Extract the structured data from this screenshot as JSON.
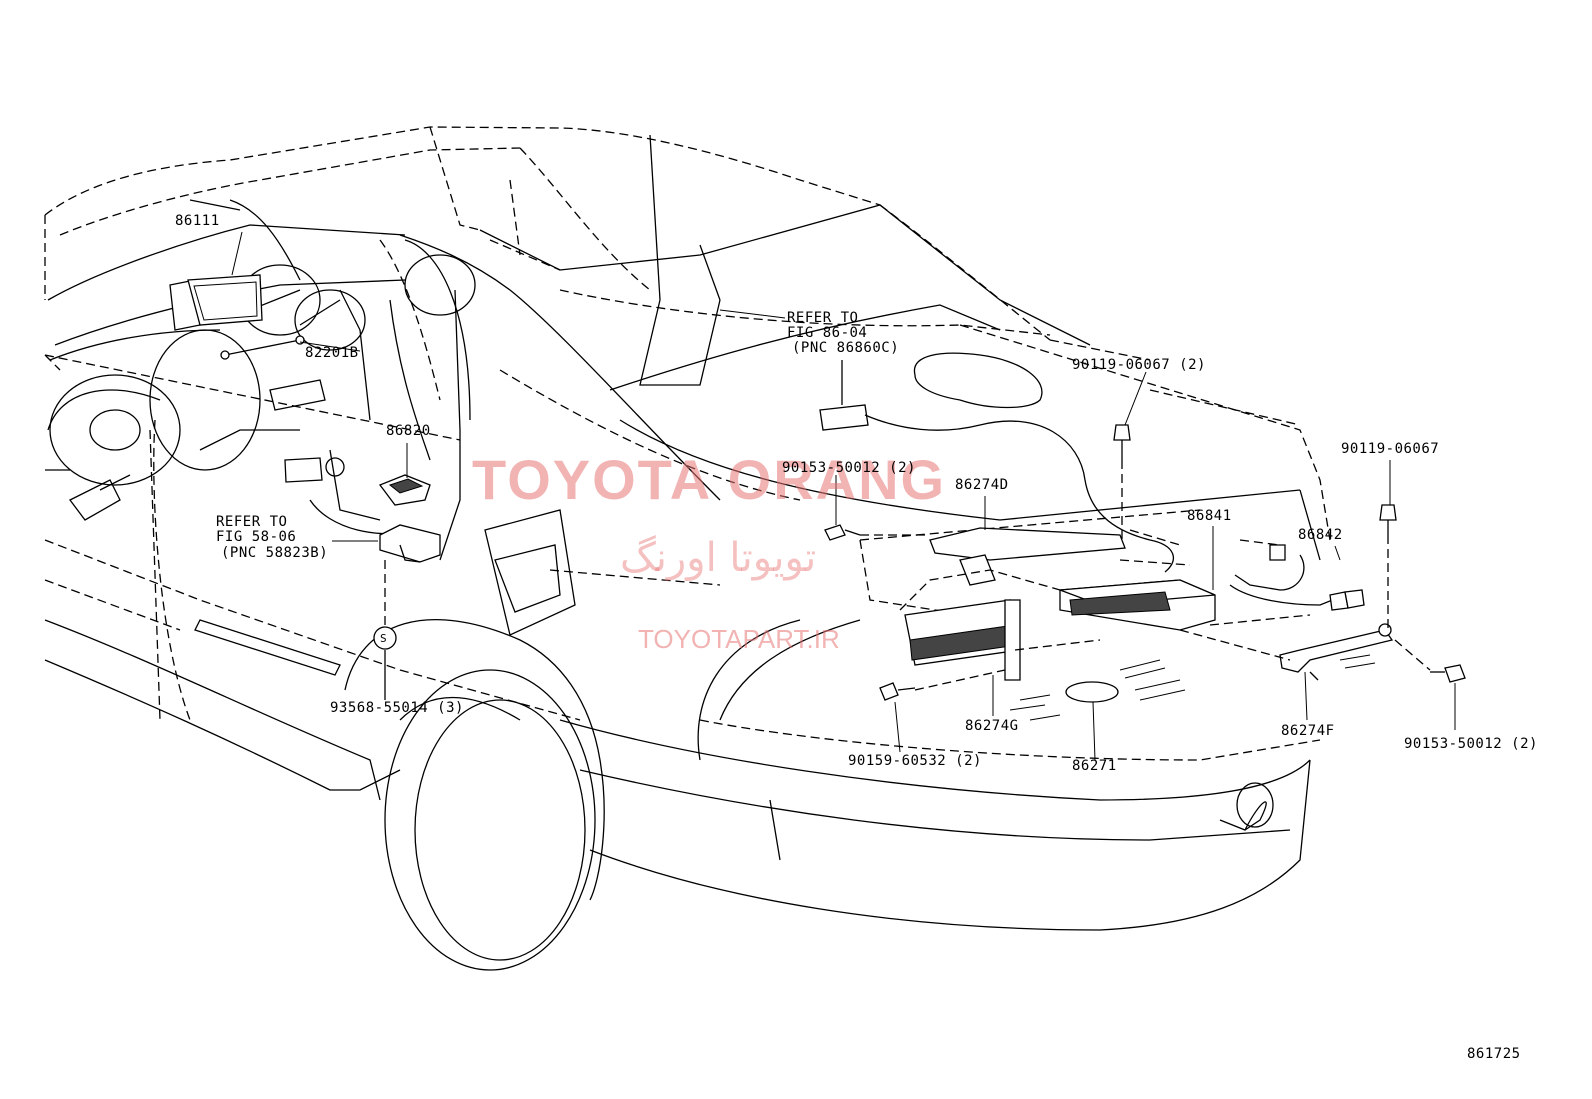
{
  "diagram": {
    "watermark": {
      "brand": "TOYOTA ORANG",
      "persian": "تویوتا اورنگ",
      "url": "TOYOTAPART.IR"
    },
    "figure_number": "861725",
    "callouts": {
      "c86111": "86111",
      "c82201b": "82201B",
      "c86820": "86820",
      "ref58_line1": "REFER TO",
      "ref58_line2": "FIG 58-06",
      "ref58_line3": "(PNC 58823B)",
      "c93568": "93568-55014 (3)",
      "circle_s": "S",
      "ref86_line1": "REFER TO",
      "ref86_line2": "FIG 86-04",
      "ref86_line3": "(PNC 86860C)",
      "c90119a": "90119-06067 (2)",
      "c90119b": "90119-06067",
      "c90153a": "90153-50012 (2)",
      "c86274d": "86274D",
      "c86841": "86841",
      "c86842": "86842",
      "c86274g": "86274G",
      "c90159": "90159-60532 (2)",
      "c86271": "86271",
      "c86274f": "86274F",
      "c90153b": "90153-50012 (2)"
    }
  }
}
